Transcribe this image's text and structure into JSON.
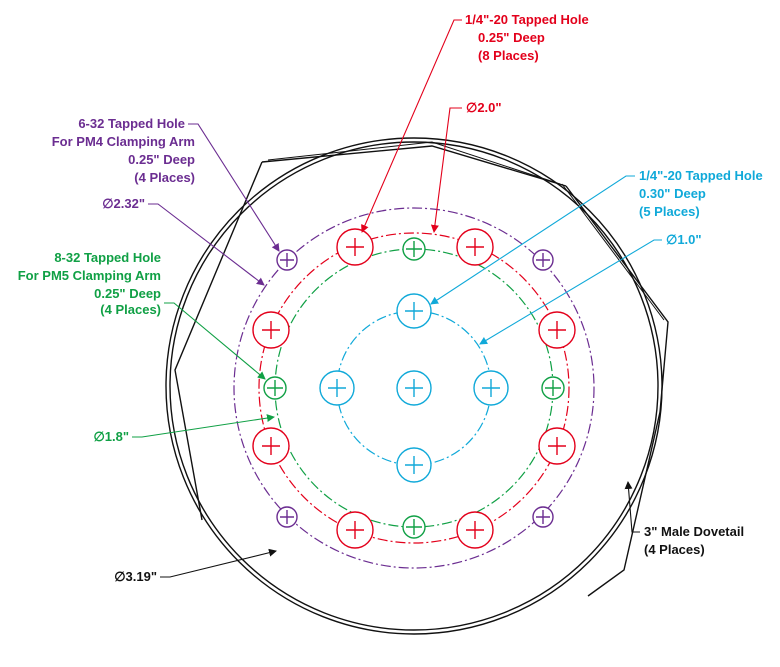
{
  "colors": {
    "red": "#e3001b",
    "cyan": "#10a9d9",
    "purple": "#6b2d91",
    "green": "#10a045",
    "black": "#111111"
  },
  "labels": {
    "red_hole": {
      "line1": "1/4\"-20 Tapped Hole",
      "line2": "0.25\" Deep",
      "line3": "(8 Places)"
    },
    "red_dia": "∅2.0\"",
    "cyan_hole": {
      "line1": "1/4\"-20 Tapped Hole",
      "line2": "0.30\" Deep",
      "line3": "(5 Places)"
    },
    "cyan_dia": "∅1.0\"",
    "purple_hole": {
      "line1": "6-32 Tapped Hole",
      "line2": "For PM4 Clamping Arm",
      "line3": "0.25\" Deep",
      "line4": "(4 Places)"
    },
    "purple_dia": "∅2.32\"",
    "green_hole": {
      "line1": "8-32 Tapped Hole",
      "line2": "For PM5 Clamping Arm",
      "line3": "0.25\" Deep",
      "line4": "(4 Places)"
    },
    "green_dia": "∅1.8\"",
    "outer_dia": "∅3.19\"",
    "dovetail": {
      "line1": "3\" Male Dovetail",
      "line2": "(4 Places)"
    }
  }
}
